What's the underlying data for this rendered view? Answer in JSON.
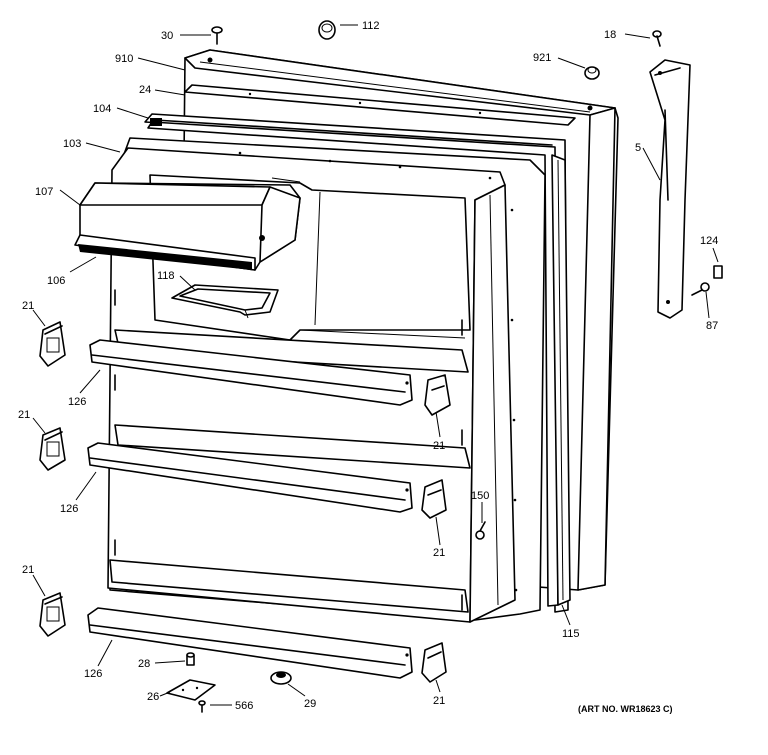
{
  "labels": {
    "l30": "30",
    "l112": "112",
    "l18": "18",
    "l910": "910",
    "l921": "921",
    "l24": "24",
    "l104": "104",
    "l103": "103",
    "l5": "5",
    "l107": "107",
    "l124": "124",
    "l118": "118",
    "l106": "106",
    "l87": "87",
    "l21a": "21",
    "l126a": "126",
    "l21b": "21",
    "l21c": "21",
    "l150": "150",
    "l126b": "126",
    "l21d": "21",
    "l21e": "21",
    "l21f": "21",
    "l115": "115",
    "l28": "28",
    "l126c": "126",
    "l26": "26",
    "l566": "566",
    "l29": "29"
  },
  "art_number": "(ART NO. WR18623 C)"
}
